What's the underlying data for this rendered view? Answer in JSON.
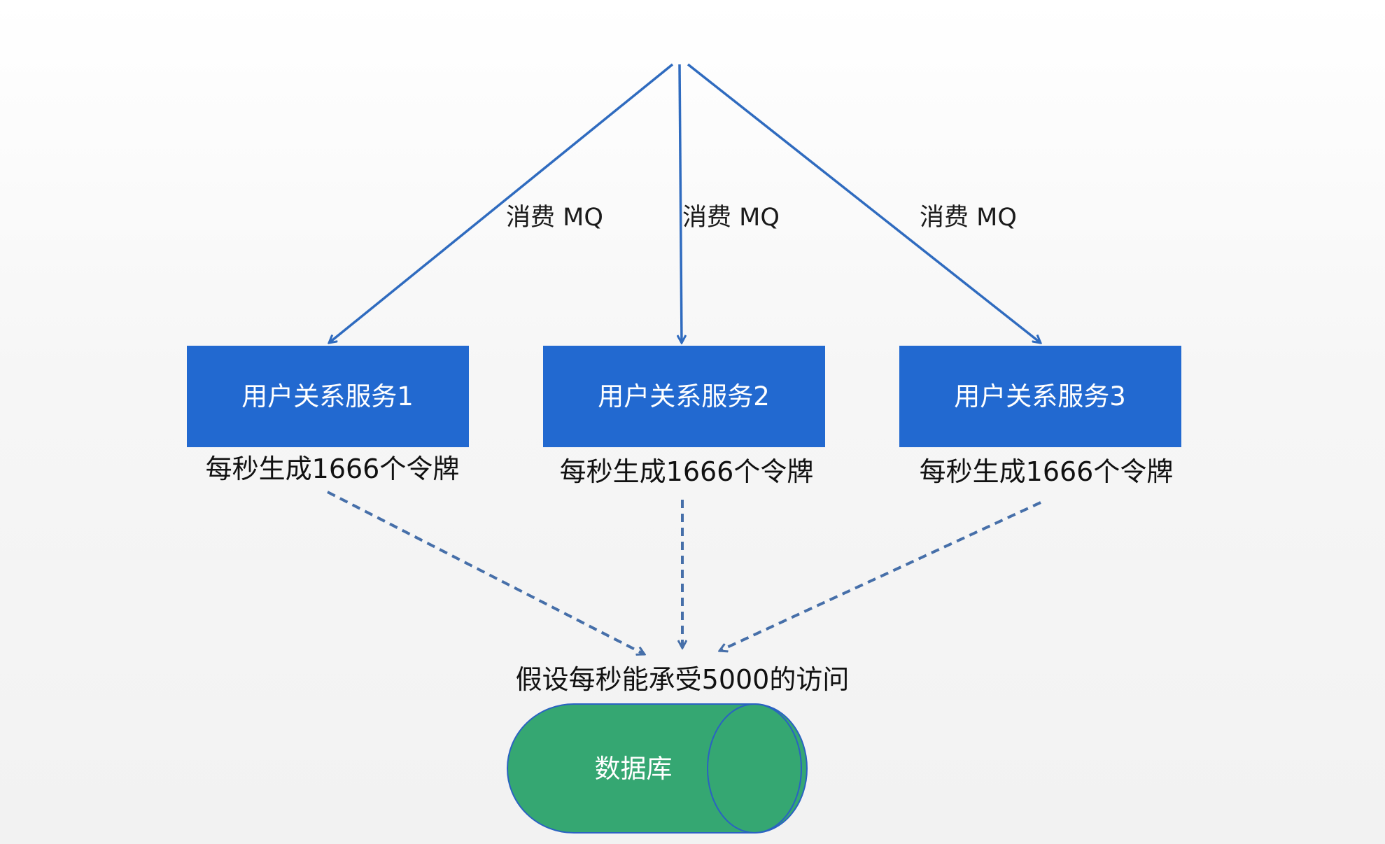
{
  "colors": {
    "service_box": "#2269d0",
    "arrow": "#2f6bbf",
    "dashed_arrow": "#466fa9",
    "database_fill": "#35a772",
    "database_outline": "#2a62c2",
    "text": "#111111",
    "box_text": "#ffffff"
  },
  "edges": {
    "consume_labels": [
      "消费 MQ",
      "消费 MQ",
      "消费 MQ"
    ]
  },
  "services": [
    {
      "label": "用户关系服务1",
      "rate_label": "每秒生成1666个令牌"
    },
    {
      "label": "用户关系服务2",
      "rate_label": "每秒生成1666个令牌"
    },
    {
      "label": "用户关系服务3",
      "rate_label": "每秒生成1666个令牌"
    }
  ],
  "database": {
    "capacity_label": "假设每秒能承受5000的访问",
    "label": "数据库"
  }
}
